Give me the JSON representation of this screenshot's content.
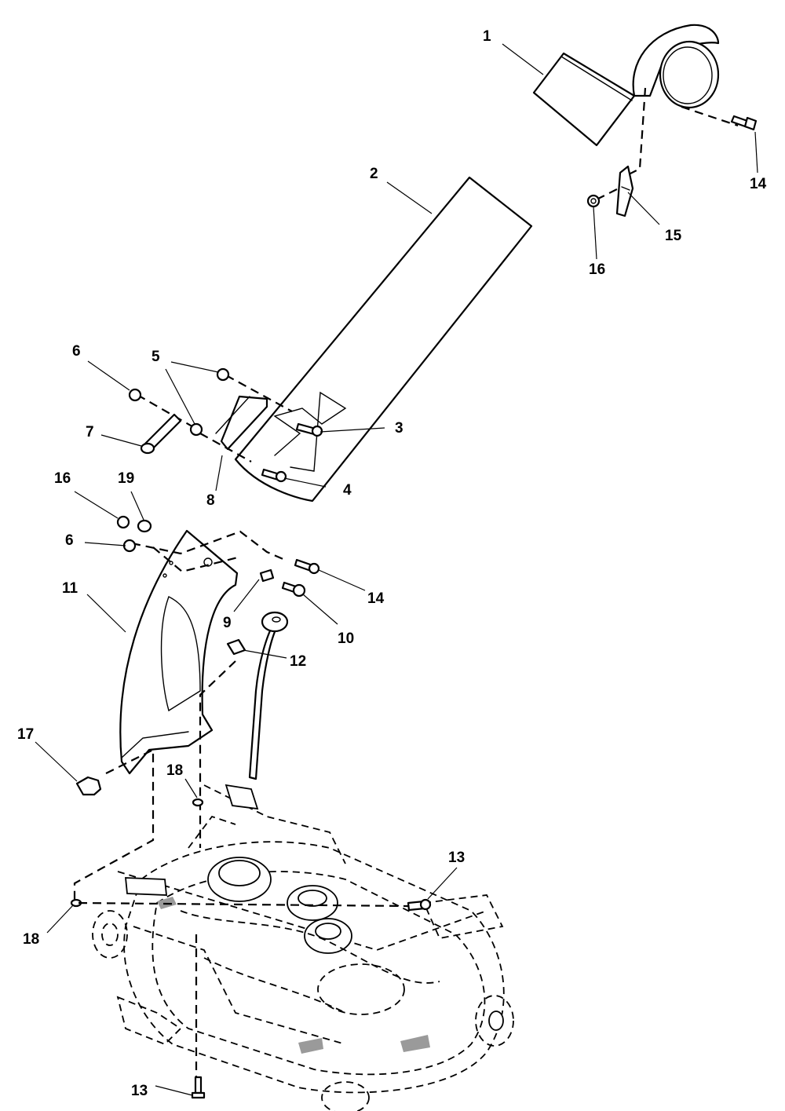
{
  "diagram": {
    "callouts": [
      {
        "id": "c1",
        "text": "1"
      },
      {
        "id": "c2",
        "text": "2"
      },
      {
        "id": "c3",
        "text": "3"
      },
      {
        "id": "c4",
        "text": "4"
      },
      {
        "id": "c5",
        "text": "5"
      },
      {
        "id": "c6a",
        "text": "6"
      },
      {
        "id": "c6b",
        "text": "6"
      },
      {
        "id": "c7",
        "text": "7"
      },
      {
        "id": "c8",
        "text": "8"
      },
      {
        "id": "c9",
        "text": "9"
      },
      {
        "id": "c10",
        "text": "10"
      },
      {
        "id": "c11",
        "text": "11"
      },
      {
        "id": "c12",
        "text": "12"
      },
      {
        "id": "c13a",
        "text": "13"
      },
      {
        "id": "c13b",
        "text": "13"
      },
      {
        "id": "c14a",
        "text": "14"
      },
      {
        "id": "c14b",
        "text": "14"
      },
      {
        "id": "c15",
        "text": "15"
      },
      {
        "id": "c16a",
        "text": "16"
      },
      {
        "id": "c16b",
        "text": "16"
      },
      {
        "id": "c17",
        "text": "17"
      },
      {
        "id": "c18a",
        "text": "18"
      },
      {
        "id": "c18b",
        "text": "18"
      },
      {
        "id": "c19",
        "text": "19"
      }
    ]
  }
}
